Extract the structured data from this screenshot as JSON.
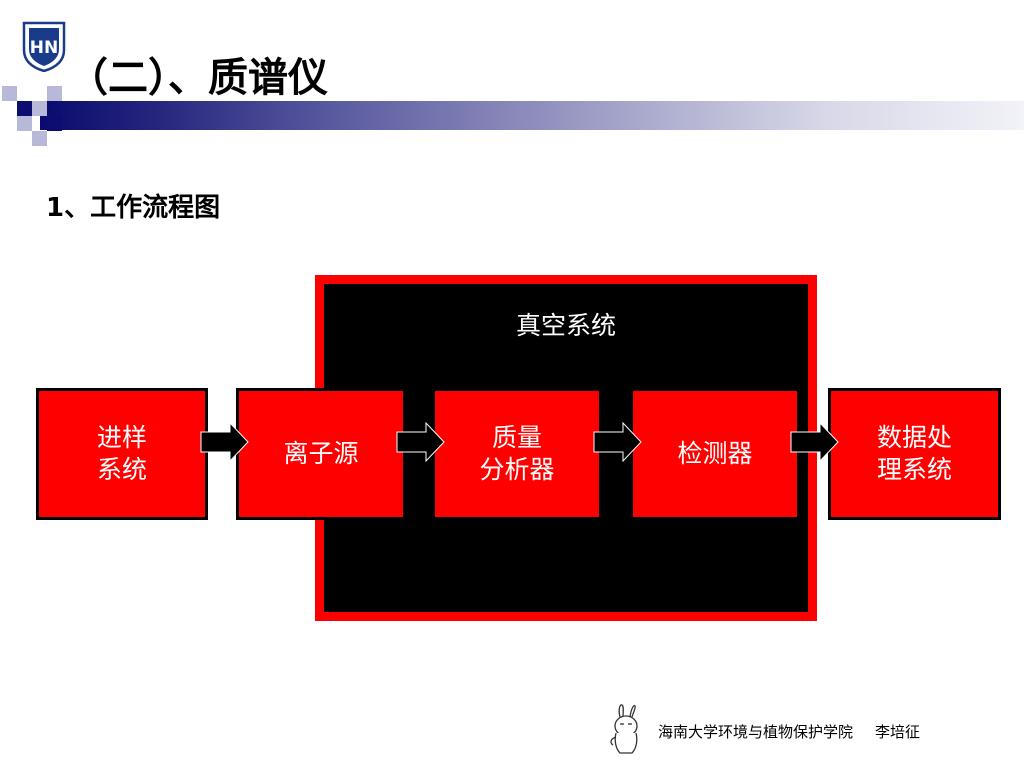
{
  "logo": {
    "letters": "HN"
  },
  "slide": {
    "title": "（二）、质谱仪",
    "subtitle": "1、工作流程图"
  },
  "diagram": {
    "vacuum_label": "真空系统",
    "boxes": [
      {
        "label": "进样\n系统"
      },
      {
        "label": "离子源"
      },
      {
        "label": "质量\n分析器"
      },
      {
        "label": "检测器"
      },
      {
        "label": "数据处\n理系统"
      }
    ]
  },
  "footer": {
    "institution": "海南大学环境与植物保护学院",
    "author": "李培征"
  },
  "colors": {
    "accent_red": "#ff0000",
    "header_navy": "#0d0d70",
    "block_black": "#000000"
  }
}
